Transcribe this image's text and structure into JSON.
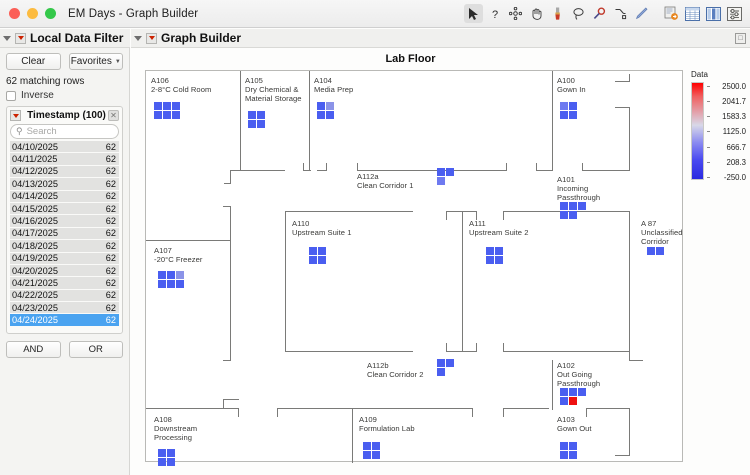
{
  "window": {
    "title": "EM Days - Graph Builder",
    "traffic_lights": [
      "close",
      "minimize",
      "zoom"
    ]
  },
  "toolbar": {
    "icons": [
      {
        "name": "arrow-select-icon",
        "glyph": "➤",
        "selected": true
      },
      {
        "name": "question-help-icon",
        "glyph": "?",
        "selected": false
      },
      {
        "name": "crosshair-icon",
        "glyph": "✛",
        "selected": false
      },
      {
        "name": "hand-grabber-icon",
        "glyph": "✋",
        "selected": false
      },
      {
        "name": "brush-icon",
        "glyph": "✐",
        "selected": false
      },
      {
        "name": "lasso-icon",
        "glyph": "○",
        "selected": false
      },
      {
        "name": "magnifier-icon",
        "glyph": "⚲",
        "selected": false
      },
      {
        "name": "annotate-icon",
        "glyph": "⑂",
        "selected": false
      },
      {
        "name": "pencil-icon",
        "glyph": "╱",
        "selected": false
      },
      {
        "name": "script-window-icon",
        "glyph": "▤",
        "selected": false
      },
      {
        "name": "data-table-icon",
        "glyph": "⌸",
        "selected": false
      },
      {
        "name": "columns-icon",
        "glyph": "‖",
        "selected": false
      },
      {
        "name": "settings-report-icon",
        "glyph": "⚙",
        "selected": false
      }
    ]
  },
  "local_data_filter": {
    "header": "Local Data Filter",
    "clear_label": "Clear",
    "favorites_label": "Favorites",
    "matching_rows": "62 matching rows",
    "inverse_label": "Inverse",
    "filter_column": "Timestamp (100)",
    "close_glyph": "☒",
    "search_placeholder": "Search",
    "search_icon": "search-icon",
    "and_label": "AND",
    "or_label": "OR",
    "selected_date": "04/24/2025",
    "rows": [
      {
        "date": "04/10/2025",
        "count": "62",
        "selected": false
      },
      {
        "date": "04/11/2025",
        "count": "62",
        "selected": false
      },
      {
        "date": "04/12/2025",
        "count": "62",
        "selected": false
      },
      {
        "date": "04/13/2025",
        "count": "62",
        "selected": false
      },
      {
        "date": "04/14/2025",
        "count": "62",
        "selected": false
      },
      {
        "date": "04/15/2025",
        "count": "62",
        "selected": false
      },
      {
        "date": "04/16/2025",
        "count": "62",
        "selected": false
      },
      {
        "date": "04/17/2025",
        "count": "62",
        "selected": false
      },
      {
        "date": "04/18/2025",
        "count": "62",
        "selected": false
      },
      {
        "date": "04/19/2025",
        "count": "62",
        "selected": false
      },
      {
        "date": "04/20/2025",
        "count": "62",
        "selected": false
      },
      {
        "date": "04/21/2025",
        "count": "62",
        "selected": false
      },
      {
        "date": "04/22/2025",
        "count": "62",
        "selected": false
      },
      {
        "date": "04/23/2025",
        "count": "62",
        "selected": false
      },
      {
        "date": "04/24/2025",
        "count": "62",
        "selected": true
      }
    ]
  },
  "graph_builder": {
    "header": "Graph Builder",
    "title": "Lab Floor"
  },
  "chart_data": {
    "type": "heatmap",
    "title": "Lab Floor",
    "xlabel": "",
    "ylabel": "",
    "grid": false,
    "legend_position": "right",
    "legend": {
      "title": "Data",
      "colormap": "blue-white-red",
      "vmin": -250.0,
      "vmax": 2500.0,
      "ticks": [
        "2500.0",
        "2041.7",
        "1583.3",
        "1125.0",
        "666.7",
        "208.3",
        "-250.0"
      ],
      "colors": {
        "high": "#ff0000",
        "mid": "#d8d8e8",
        "low": "#2a2ae0"
      }
    },
    "rooms": [
      {
        "id": "A106",
        "name": "2-8°C Cold Room",
        "cols": 3,
        "cells": [
          "#4a5ef0",
          "#4a5ef0",
          "#4a5ef0",
          "#4a5ef0",
          "#4a5ef0",
          "#4a5ef0"
        ]
      },
      {
        "id": "A105",
        "name": "Dry Chemical &\nMaterial Storage",
        "cols": 2,
        "cells": [
          "#4a5ef0",
          "#4a5ef0",
          "#4a5ef0",
          "#4a5ef0"
        ]
      },
      {
        "id": "A104",
        "name": "Media Prep",
        "cols": 2,
        "cells": [
          "#4a5ef0",
          "#8b93e8",
          "#4a5ef0",
          "#4a5ef0"
        ]
      },
      {
        "id": "A100",
        "name": "Gown In",
        "cols": 2,
        "cells": [
          "#6e7af0",
          "#4a5ef0",
          "#4a5ef0",
          "#4a5ef0"
        ]
      },
      {
        "id": "A101",
        "name": "Incoming\nPassthrough",
        "cols": 3,
        "cells": [
          "#4a5ef0",
          "#4a5ef0",
          "#4a5ef0",
          "#4a5ef0",
          "#4a5ef0"
        ]
      },
      {
        "id": "A112a",
        "name": "Clean Corridor 1",
        "cols": 2,
        "cells": [
          "#4a5ef0",
          "#4a5ef0",
          "#6e7af0"
        ]
      },
      {
        "id": "A110",
        "name": "Upstream Suite 1",
        "cols": 2,
        "cells": [
          "#4a5ef0",
          "#4a5ef0",
          "#4a5ef0",
          "#4a5ef0"
        ]
      },
      {
        "id": "A111",
        "name": "Upstream Suite 2",
        "cols": 2,
        "cells": [
          "#4a5ef0",
          "#4a5ef0",
          "#4a5ef0",
          "#4a5ef0"
        ]
      },
      {
        "id": "A 87",
        "name": "Unclassified\nCorridor",
        "cols": 2,
        "cells": [
          "#4a5ef0",
          "#4a5ef0"
        ]
      },
      {
        "id": "A107",
        "name": "-20°C Freezer",
        "cols": 3,
        "cells": [
          "#4a5ef0",
          "#4a5ef0",
          "#8b93e8",
          "#4a5ef0",
          "#4a5ef0",
          "#4a5ef0"
        ]
      },
      {
        "id": "A112b",
        "name": "Clean Corridor 2",
        "cols": 2,
        "cells": [
          "#4a5ef0",
          "#4a5ef0",
          "#4a5ef0"
        ]
      },
      {
        "id": "A102",
        "name": "Out Going\nPassthrough",
        "cols": 3,
        "cells": [
          "#4a5ef0",
          "#4a5ef0",
          "#4a5ef0",
          "#4a5ef0",
          "#ee1111"
        ]
      },
      {
        "id": "A108",
        "name": "Downstream\nProcessing",
        "cols": 2,
        "cells": [
          "#4a5ef0",
          "#4a5ef0",
          "#4a5ef0",
          "#4a5ef0"
        ]
      },
      {
        "id": "A109",
        "name": "Formulation Lab",
        "cols": 2,
        "cells": [
          "#4a5ef0",
          "#4a5ef0",
          "#4a5ef0",
          "#4a5ef0"
        ]
      },
      {
        "id": "A103",
        "name": "Gown Out",
        "cols": 2,
        "cells": [
          "#4a5ef0",
          "#4a5ef0",
          "#4a5ef0",
          "#4a5ef0"
        ]
      }
    ]
  }
}
